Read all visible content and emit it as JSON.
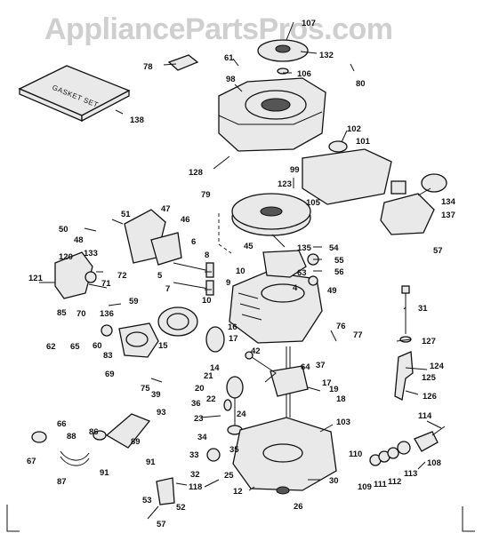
{
  "watermark": "AppliancePartsPros.com",
  "gasket_set_label": "GASKET SET",
  "callouts": [
    {
      "id": "p107",
      "label": "107"
    },
    {
      "id": "p132",
      "label": "132"
    },
    {
      "id": "p106",
      "label": "106"
    },
    {
      "id": "p78",
      "label": "78"
    },
    {
      "id": "p61",
      "label": "61"
    },
    {
      "id": "p98",
      "label": "98"
    },
    {
      "id": "p80",
      "label": "80"
    },
    {
      "id": "p138",
      "label": "138"
    },
    {
      "id": "p102",
      "label": "102"
    },
    {
      "id": "p101",
      "label": "101"
    },
    {
      "id": "p99",
      "label": "99"
    },
    {
      "id": "p128",
      "label": "128"
    },
    {
      "id": "p123",
      "label": "123"
    },
    {
      "id": "p105",
      "label": "105"
    },
    {
      "id": "p134",
      "label": "134"
    },
    {
      "id": "p137",
      "label": "137"
    },
    {
      "id": "p57a",
      "label": "57"
    },
    {
      "id": "p79",
      "label": "79"
    },
    {
      "id": "p51",
      "label": "51"
    },
    {
      "id": "p47",
      "label": "47"
    },
    {
      "id": "p46",
      "label": "46"
    },
    {
      "id": "p50",
      "label": "50"
    },
    {
      "id": "p48",
      "label": "48"
    },
    {
      "id": "p45",
      "label": "45"
    },
    {
      "id": "p135",
      "label": "135"
    },
    {
      "id": "p54",
      "label": "54"
    },
    {
      "id": "p55",
      "label": "55"
    },
    {
      "id": "p56",
      "label": "56"
    },
    {
      "id": "p63",
      "label": "63"
    },
    {
      "id": "p49",
      "label": "49"
    },
    {
      "id": "p6",
      "label": "6"
    },
    {
      "id": "p8",
      "label": "8"
    },
    {
      "id": "p10a",
      "label": "10"
    },
    {
      "id": "p9",
      "label": "9"
    },
    {
      "id": "p5",
      "label": "5"
    },
    {
      "id": "p7",
      "label": "7"
    },
    {
      "id": "p10b",
      "label": "10"
    },
    {
      "id": "p4",
      "label": "4"
    },
    {
      "id": "p120",
      "label": "120"
    },
    {
      "id": "p133",
      "label": "133"
    },
    {
      "id": "p121",
      "label": "121"
    },
    {
      "id": "p71",
      "label": "71"
    },
    {
      "id": "p72",
      "label": "72"
    },
    {
      "id": "p85",
      "label": "85"
    },
    {
      "id": "p70",
      "label": "70"
    },
    {
      "id": "p136",
      "label": "136"
    },
    {
      "id": "p59",
      "label": "59"
    },
    {
      "id": "p31",
      "label": "31"
    },
    {
      "id": "p76",
      "label": "76"
    },
    {
      "id": "p77",
      "label": "77"
    },
    {
      "id": "p127",
      "label": "127"
    },
    {
      "id": "p62",
      "label": "62"
    },
    {
      "id": "p65",
      "label": "65"
    },
    {
      "id": "p60",
      "label": "60"
    },
    {
      "id": "p83",
      "label": "83"
    },
    {
      "id": "p15",
      "label": "15"
    },
    {
      "id": "p16",
      "label": "16"
    },
    {
      "id": "p17a",
      "label": "17"
    },
    {
      "id": "p14",
      "label": "14"
    },
    {
      "id": "p42",
      "label": "42"
    },
    {
      "id": "p64",
      "label": "64"
    },
    {
      "id": "p37",
      "label": "37"
    },
    {
      "id": "p124",
      "label": "124"
    },
    {
      "id": "p125",
      "label": "125"
    },
    {
      "id": "p69",
      "label": "69"
    },
    {
      "id": "p75",
      "label": "75"
    },
    {
      "id": "p21",
      "label": "21"
    },
    {
      "id": "p20",
      "label": "20"
    },
    {
      "id": "p17b",
      "label": "17"
    },
    {
      "id": "p19",
      "label": "19"
    },
    {
      "id": "p18",
      "label": "18"
    },
    {
      "id": "p126",
      "label": "126"
    },
    {
      "id": "p39",
      "label": "39"
    },
    {
      "id": "p36",
      "label": "36"
    },
    {
      "id": "p22",
      "label": "22"
    },
    {
      "id": "p93",
      "label": "93"
    },
    {
      "id": "p66",
      "label": "66"
    },
    {
      "id": "p23",
      "label": "23"
    },
    {
      "id": "p24",
      "label": "24"
    },
    {
      "id": "p103",
      "label": "103"
    },
    {
      "id": "p114",
      "label": "114"
    },
    {
      "id": "p86",
      "label": "86"
    },
    {
      "id": "p88",
      "label": "88"
    },
    {
      "id": "p34",
      "label": "34"
    },
    {
      "id": "p89",
      "label": "89"
    },
    {
      "id": "p67",
      "label": "67"
    },
    {
      "id": "p87",
      "label": "87"
    },
    {
      "id": "p91a",
      "label": "91"
    },
    {
      "id": "p91b",
      "label": "91"
    },
    {
      "id": "p33",
      "label": "33"
    },
    {
      "id": "p35",
      "label": "35"
    },
    {
      "id": "p32",
      "label": "32"
    },
    {
      "id": "p25",
      "label": "25"
    },
    {
      "id": "p110",
      "label": "110"
    },
    {
      "id": "p108",
      "label": "108"
    },
    {
      "id": "p118",
      "label": "118"
    },
    {
      "id": "p30",
      "label": "30"
    },
    {
      "id": "p109",
      "label": "109"
    },
    {
      "id": "p111",
      "label": "111"
    },
    {
      "id": "p112",
      "label": "112"
    },
    {
      "id": "p113",
      "label": "113"
    },
    {
      "id": "p53",
      "label": "53"
    },
    {
      "id": "p52",
      "label": "52"
    },
    {
      "id": "p12",
      "label": "12"
    },
    {
      "id": "p26",
      "label": "26"
    },
    {
      "id": "p57b",
      "label": "57"
    }
  ]
}
